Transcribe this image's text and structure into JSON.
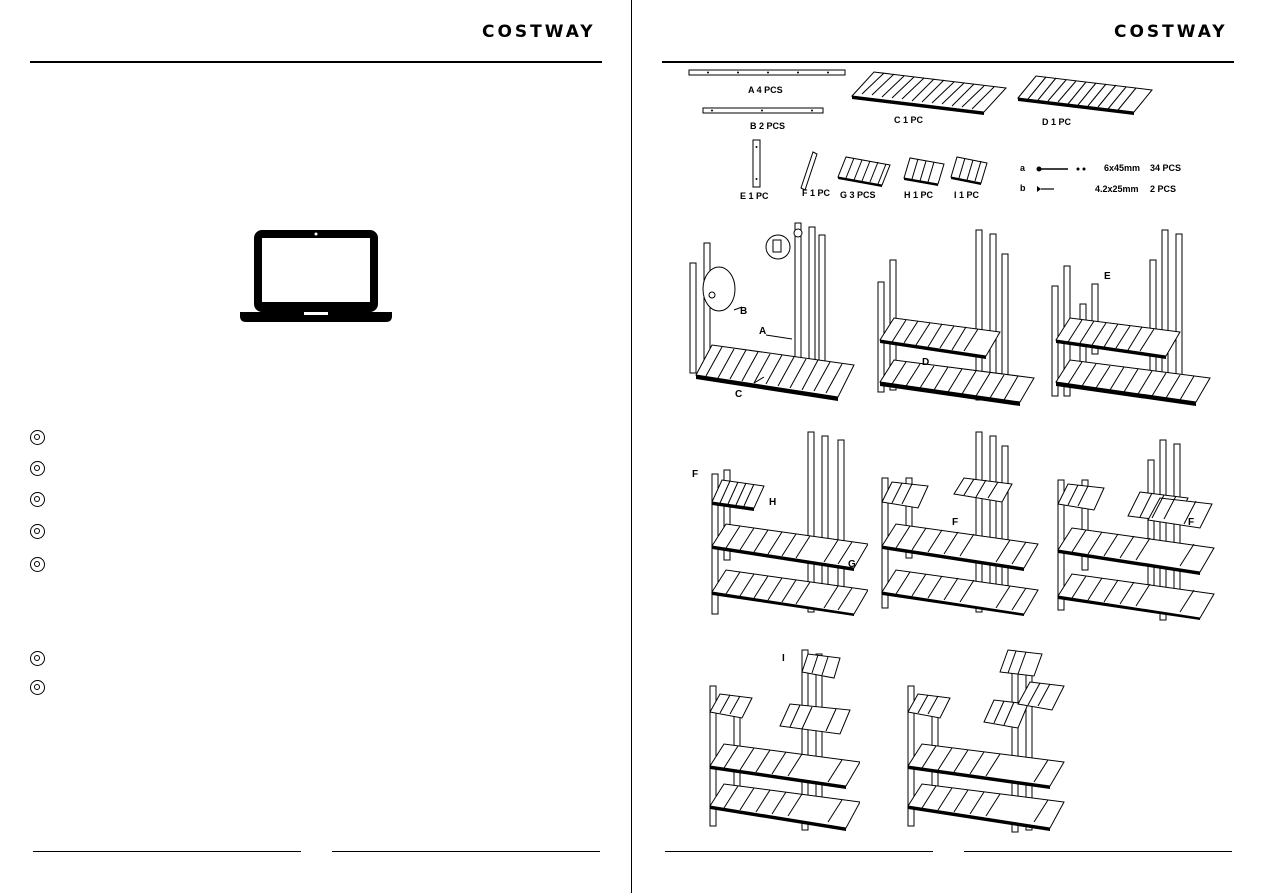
{
  "brand": "COSTWAY",
  "parts": {
    "A": "A   4 PCS",
    "B": "B  2 PCS",
    "C": "C   1 PC",
    "D": "D   1 PC",
    "E": "E   1 PC",
    "F": "F  1 PC",
    "G": "G  3 PCS",
    "H": "H  1 PC",
    "I": "I   1 PC"
  },
  "hardware": [
    {
      "key": "a",
      "size": "6x45mm",
      "qty": "34 PCS"
    },
    {
      "key": "b",
      "size": "4.2x25mm",
      "qty": "2 PCS"
    }
  ],
  "callouts": {
    "A": "A",
    "B": "B",
    "C": "C",
    "D": "D",
    "E": "E",
    "F1": "F",
    "F2": "F",
    "F3": "F",
    "G": "G",
    "H": "H",
    "I": "I"
  }
}
